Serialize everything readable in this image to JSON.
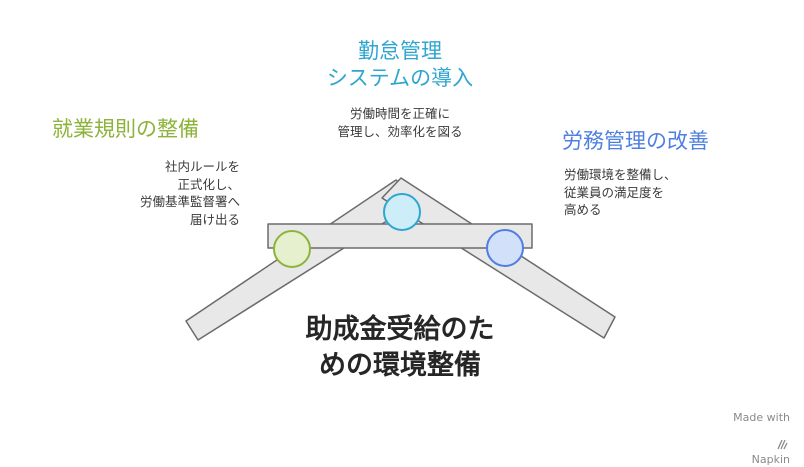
{
  "main_title": "助成金受給のた\nめの環境整備",
  "items": [
    {
      "title": "就業規則の整備",
      "description": "社内ルールを\n正式化し、\n労働基準監督署へ\n届け出る",
      "color": "#8db33a",
      "fill": "#e6f0cf"
    },
    {
      "title": "勤怠管理\nシステムの導入",
      "description": "労働時間を正確に\n管理し、効率化を図る",
      "color": "#2ea6d0",
      "fill": "#cdeef8"
    },
    {
      "title": "労務管理の改善",
      "description": "労働環境を整備し、\n従業員の満足度を\n高める",
      "color": "#4f7fe0",
      "fill": "#d3e0fa"
    }
  ],
  "beam_fill": "#e8e8e8",
  "beam_stroke": "#6b6b6b",
  "footer": {
    "made_with": "Made with",
    "brand": "Napkin"
  }
}
